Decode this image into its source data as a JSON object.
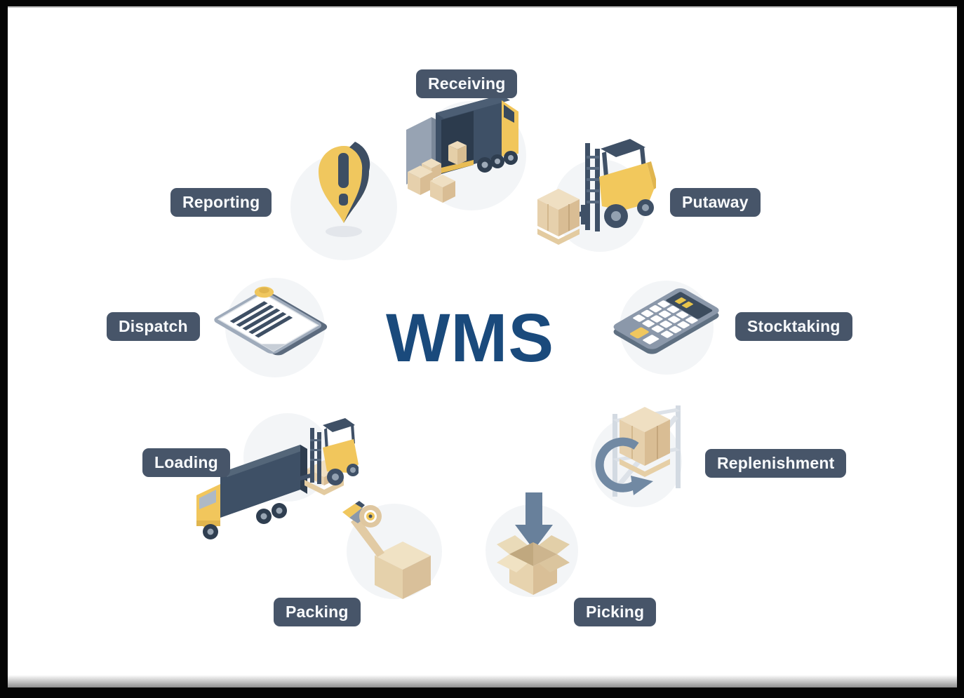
{
  "title": "WMS",
  "nodes": [
    {
      "id": "receiving",
      "label": "Receiving",
      "icon": "delivery-truck-unloading-icon"
    },
    {
      "id": "putaway",
      "label": "Putaway",
      "icon": "forklift-pallet-icon"
    },
    {
      "id": "stocktaking",
      "label": "Stocktaking",
      "icon": "calculator-icon"
    },
    {
      "id": "replenishment",
      "label": "Replenishment",
      "icon": "rack-refresh-icon"
    },
    {
      "id": "picking",
      "label": "Picking",
      "icon": "open-box-down-arrow-icon"
    },
    {
      "id": "packing",
      "label": "Packing",
      "icon": "tape-dispenser-box-icon"
    },
    {
      "id": "loading",
      "label": "Loading",
      "icon": "truck-forklift-loading-icon"
    },
    {
      "id": "dispatch",
      "label": "Dispatch",
      "icon": "clipboard-checklist-icon"
    },
    {
      "id": "reporting",
      "label": "Reporting",
      "icon": "alert-location-pin-icon"
    }
  ],
  "colors": {
    "label_background": "#475569",
    "label_text": "#f8fafc",
    "title_text": "#1a4a7c",
    "accent_yellow": "#f0c75e",
    "dark_navy": "#3e5066",
    "steel_blue": "#8b98aa",
    "cardboard": "#e7d3ae",
    "halo_background": "#f3f5f7",
    "arrow_slate": "#68809b"
  }
}
